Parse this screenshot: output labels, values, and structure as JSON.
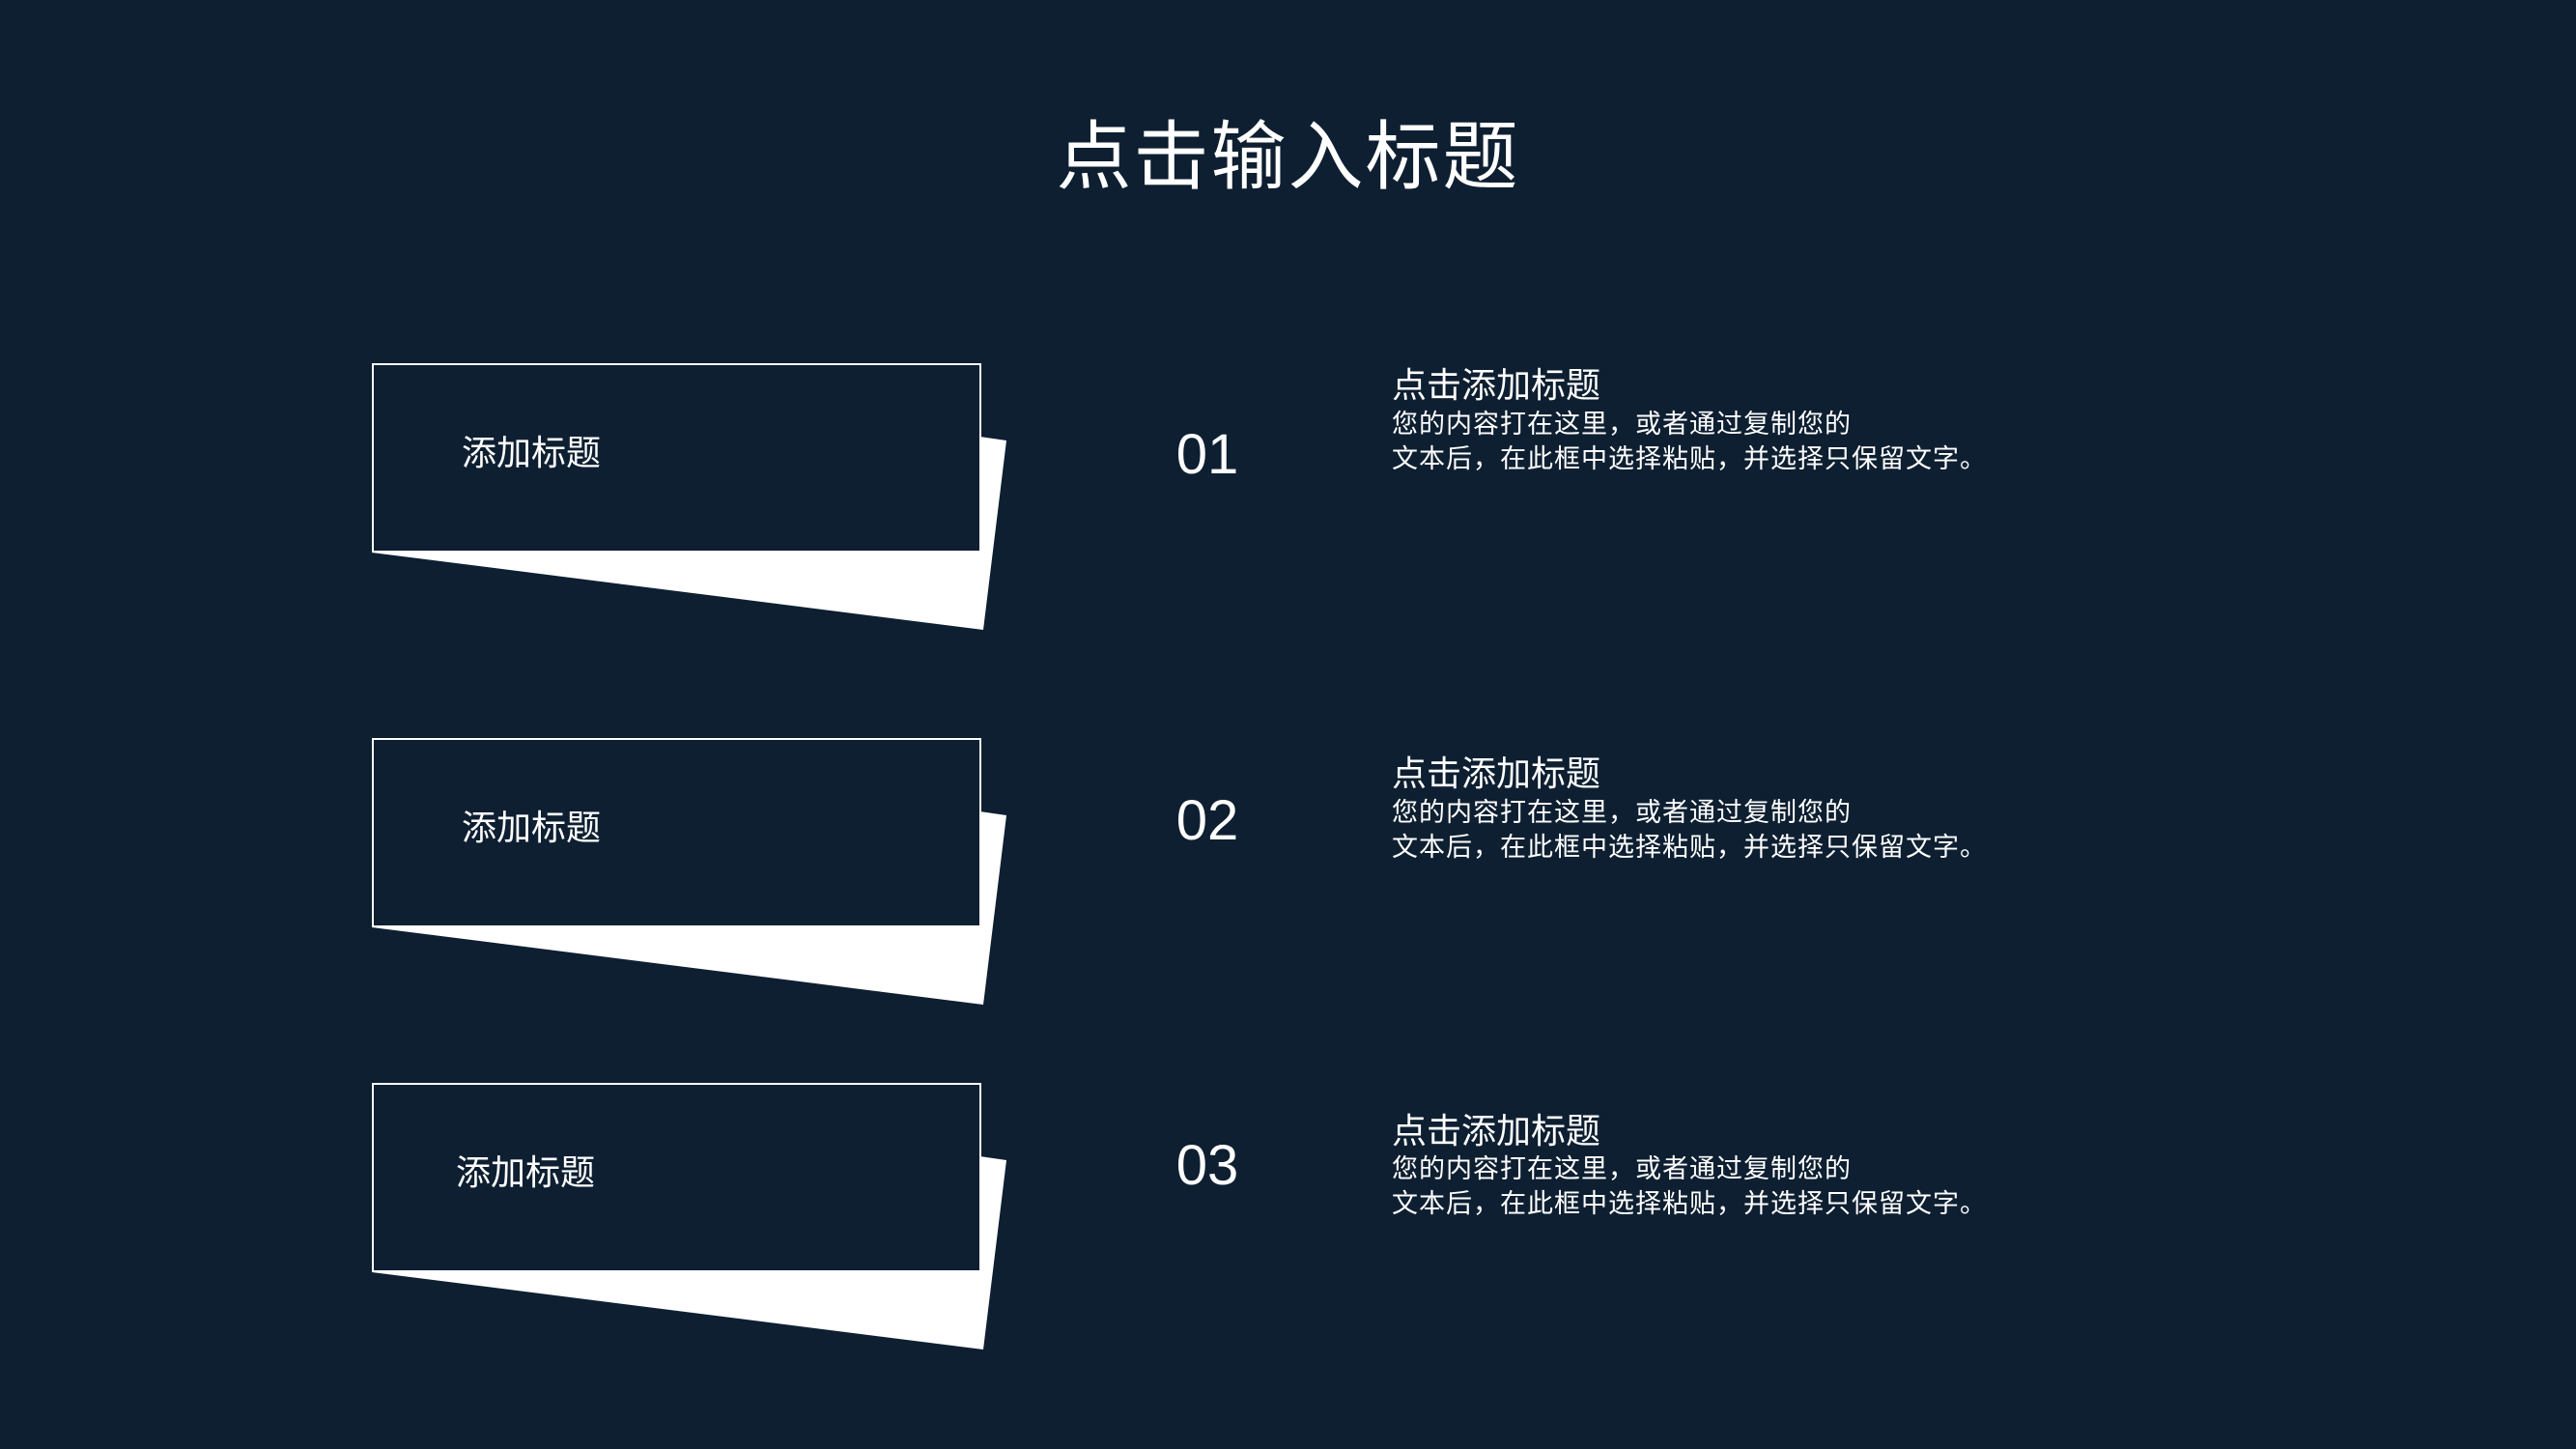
{
  "slide": {
    "title": "点击输入标题",
    "colors": {
      "background": "#0e1f31",
      "foreground": "#ffffff"
    },
    "items": [
      {
        "number": "01",
        "card_label": "添加标题",
        "heading": "点击添加标题",
        "desc_line1": "您的内容打在这里，或者通过复制您的",
        "desc_line2": "文本后，在此框中选择粘贴，并选择只保留文字。"
      },
      {
        "number": "02",
        "card_label": "添加标题",
        "heading": "点击添加标题",
        "desc_line1": "您的内容打在这里，或者通过复制您的",
        "desc_line2": "文本后，在此框中选择粘贴，并选择只保留文字。"
      },
      {
        "number": "03",
        "card_label": "添加标题",
        "heading": "点击添加标题",
        "desc_line1": "您的内容打在这里，或者通过复制您的",
        "desc_line2": "文本后，在此框中选择粘贴，并选择只保留文字。"
      }
    ]
  }
}
